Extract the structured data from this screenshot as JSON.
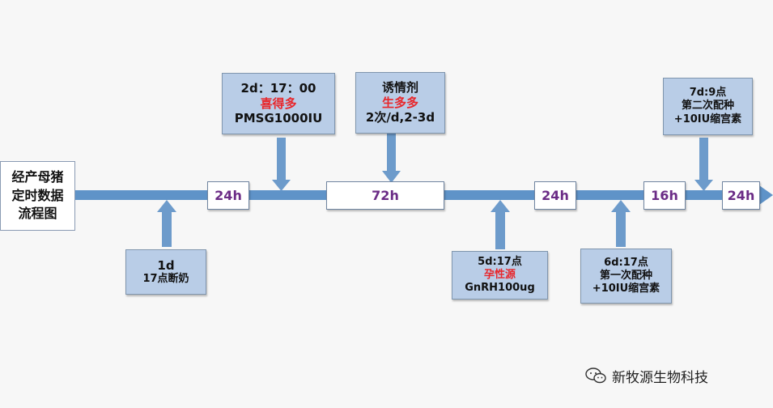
{
  "start_box": {
    "lines": [
      "经产母猪",
      "定时数据",
      "流程图"
    ]
  },
  "durations": {
    "d1": "24h",
    "d2": "72h",
    "d3": "24h",
    "d4": "16h",
    "d5": "24h"
  },
  "top_events": {
    "e1": {
      "line1": "2d：17：00",
      "line2": "喜得多",
      "line3": "PMSG1000IU"
    },
    "e2": {
      "line1": "诱情剂",
      "line2": "生多多",
      "line3": "2次/d,2-3d"
    },
    "e3": {
      "line1": "7d:9点",
      "line2": "第二次配种",
      "line3": "+10IU缩宫素"
    }
  },
  "bottom_events": {
    "e1": {
      "line1": "1d",
      "line2": "17点断奶"
    },
    "e2": {
      "line1": "5d:17点",
      "line2": "孕性源",
      "line3": "GnRH100ug"
    },
    "e3": {
      "line1": "6d:17点",
      "line2": "第一次配种",
      "line3": "+10IU缩宫素"
    }
  },
  "watermark": {
    "text": "新牧源生物科技",
    "icon": "wechat-icon"
  },
  "colors": {
    "timeline": "#5f93c8",
    "arrow": "#6d9bcb",
    "box_fill": "#b9cde7",
    "highlight": "#e8262b",
    "duration_text": "#6b2c86"
  }
}
